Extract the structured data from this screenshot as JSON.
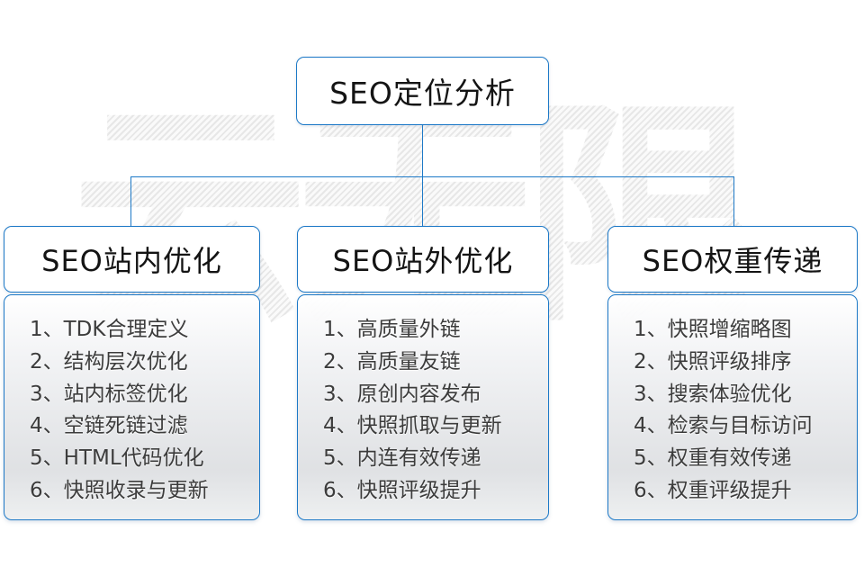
{
  "accent_color": "#1d79c7",
  "watermark": {
    "text": "云无限"
  },
  "root": {
    "title": "SEO定位分析"
  },
  "columns": [
    {
      "title": "SEO站内优化",
      "items": [
        "1、TDK合理定义",
        "2、结构层次优化",
        "3、站内标签优化",
        "4、空链死链过滤",
        "5、HTML代码优化",
        "6、快照收录与更新"
      ]
    },
    {
      "title": "SEO站外优化",
      "items": [
        "1、高质量外链",
        "2、高质量友链",
        "3、原创内容发布",
        "4、快照抓取与更新",
        "5、内连有效传递",
        "6、快照评级提升"
      ]
    },
    {
      "title": "SEO权重传递",
      "items": [
        "1、快照增缩略图",
        "2、快照评级排序",
        "3、搜索体验优化",
        "4、检索与目标访问",
        "5、权重有效传递",
        "6、权重评级提升"
      ]
    }
  ]
}
